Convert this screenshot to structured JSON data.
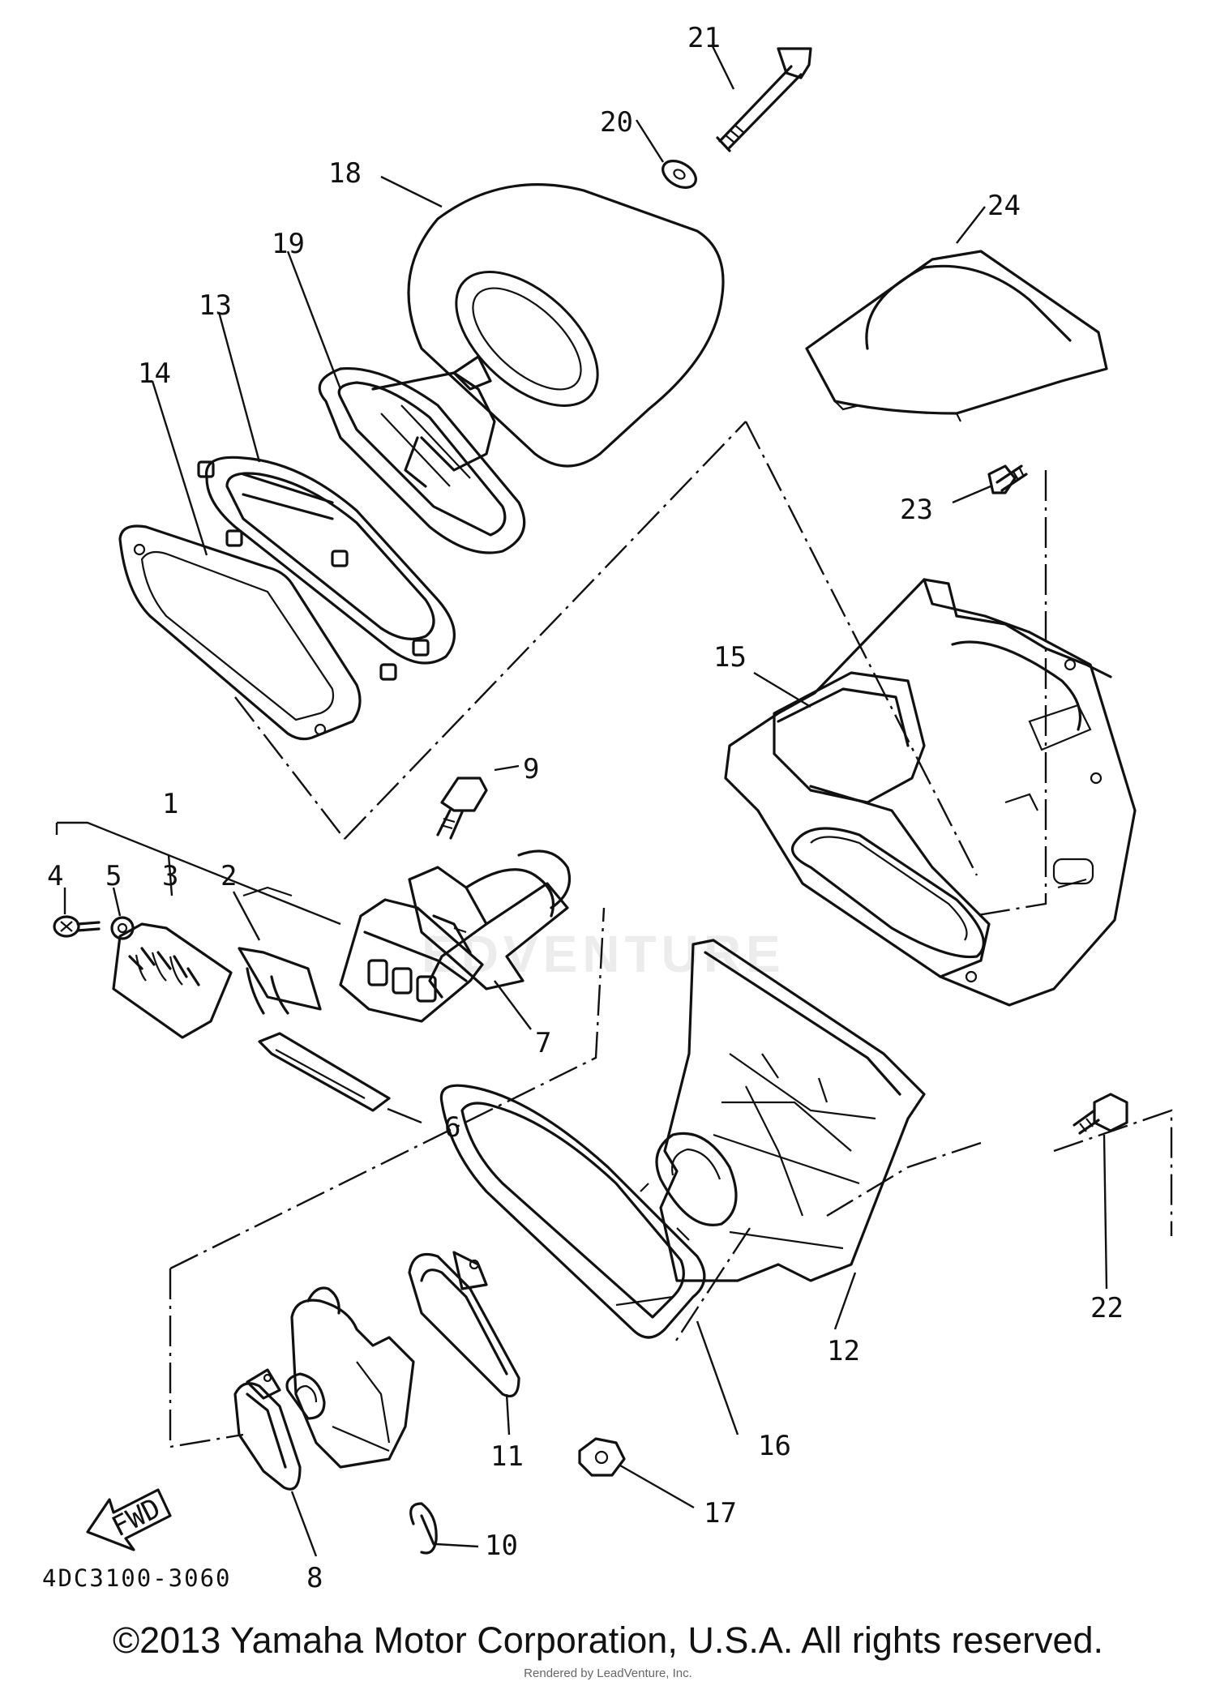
{
  "diagram": {
    "callouts": {
      "c1": "1",
      "c2": "2",
      "c3": "3",
      "c4": "4",
      "c5": "5",
      "c6": "6",
      "c7": "7",
      "c8": "8",
      "c9": "9",
      "c10": "10",
      "c11": "11",
      "c12": "12",
      "c13": "13",
      "c14": "14",
      "c15": "15",
      "c16": "16",
      "c17": "17",
      "c18": "18",
      "c19": "19",
      "c20": "20",
      "c21": "21",
      "c22": "22",
      "c23": "23",
      "c24": "24"
    },
    "fwd_label": "FWD",
    "diagram_code": "4DC3100-3060",
    "watermark": "EDVENTURE"
  },
  "footer": {
    "copyright": "©2013 Yamaha Motor Corporation, U.S.A. All rights reserved.",
    "rendered_by": "Rendered by LeadVenture, Inc."
  }
}
